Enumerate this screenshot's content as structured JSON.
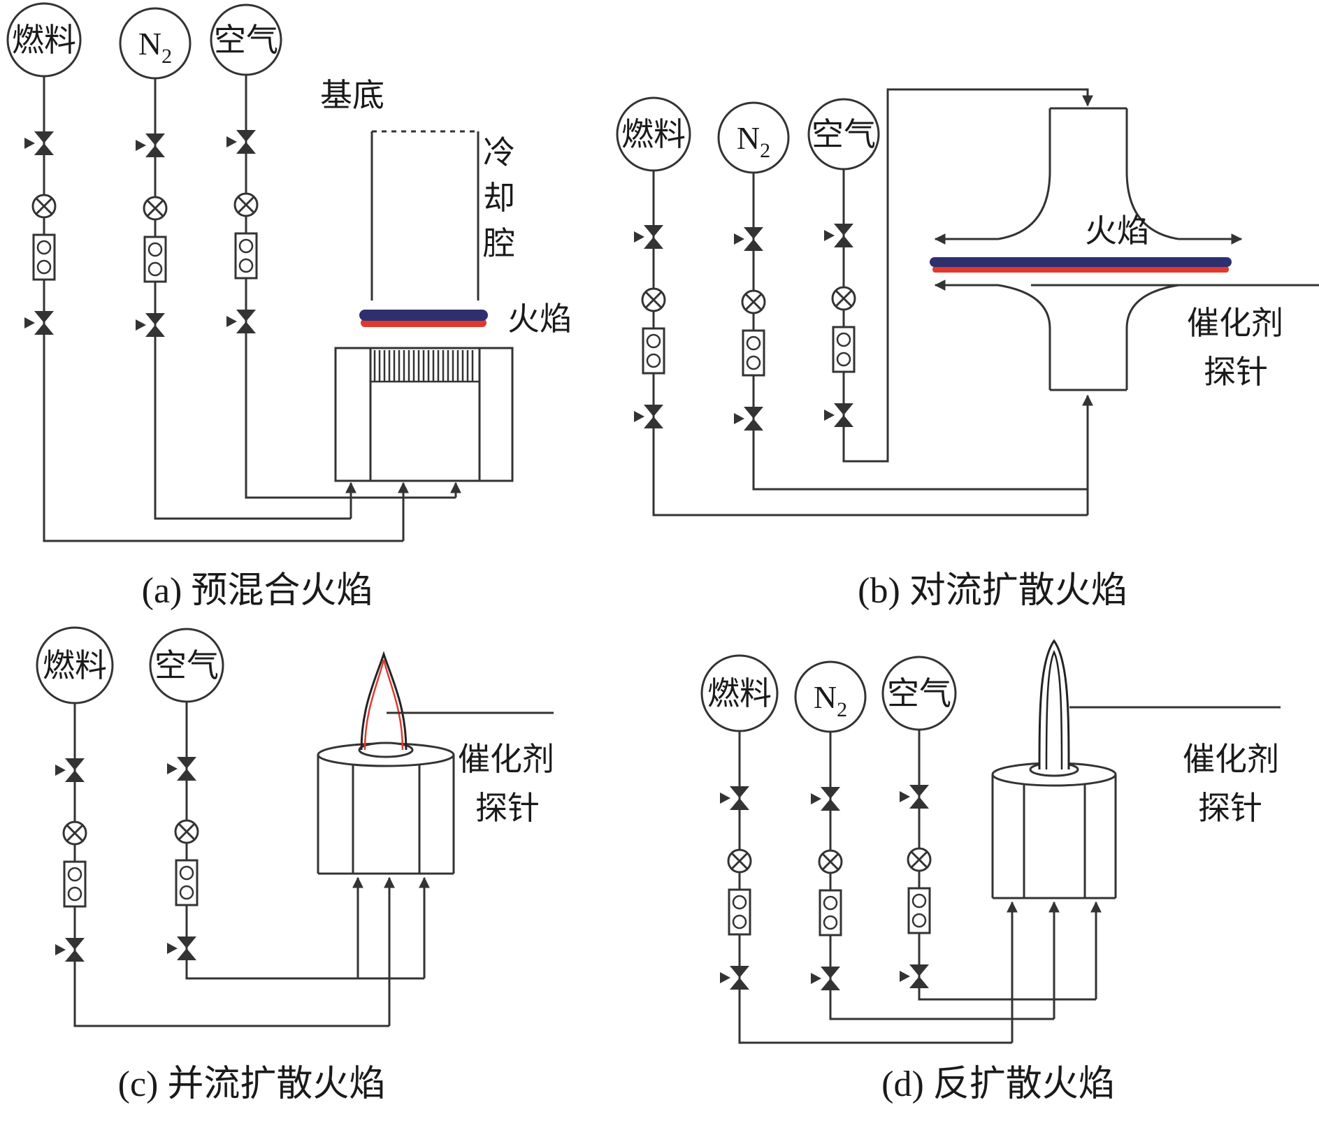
{
  "figure": {
    "colors": {
      "flame_navy": "#2e2f6e",
      "flame_red": "#e0392f",
      "line": "#333333"
    },
    "panels": {
      "a": {
        "caption": "(a) 预混合火焰",
        "sources": [
          {
            "main": "燃料",
            "sub": ""
          },
          {
            "main": "N",
            "sub": "2"
          },
          {
            "main": "空气",
            "sub": ""
          }
        ],
        "labels": {
          "substrate": "基底",
          "cooling": [
            "冷",
            "却",
            "腔"
          ],
          "flame": "火焰"
        }
      },
      "b": {
        "caption": "(b) 对流扩散火焰",
        "sources": [
          {
            "main": "燃料",
            "sub": ""
          },
          {
            "main": "N",
            "sub": "2"
          },
          {
            "main": "空气",
            "sub": ""
          }
        ],
        "labels": {
          "flame": "火焰",
          "catalyst": "催化剂",
          "probe": "探针"
        }
      },
      "c": {
        "caption": "(c) 并流扩散火焰",
        "sources": [
          {
            "main": "燃料",
            "sub": ""
          },
          {
            "main": "空气",
            "sub": ""
          }
        ],
        "labels": {
          "catalyst": "催化剂",
          "probe": "探针"
        }
      },
      "d": {
        "caption": "(d) 反扩散火焰",
        "sources": [
          {
            "main": "燃料",
            "sub": ""
          },
          {
            "main": "N",
            "sub": "2"
          },
          {
            "main": "空气",
            "sub": ""
          }
        ],
        "labels": {
          "catalyst": "催化剂",
          "probe": "探针"
        }
      }
    }
  }
}
